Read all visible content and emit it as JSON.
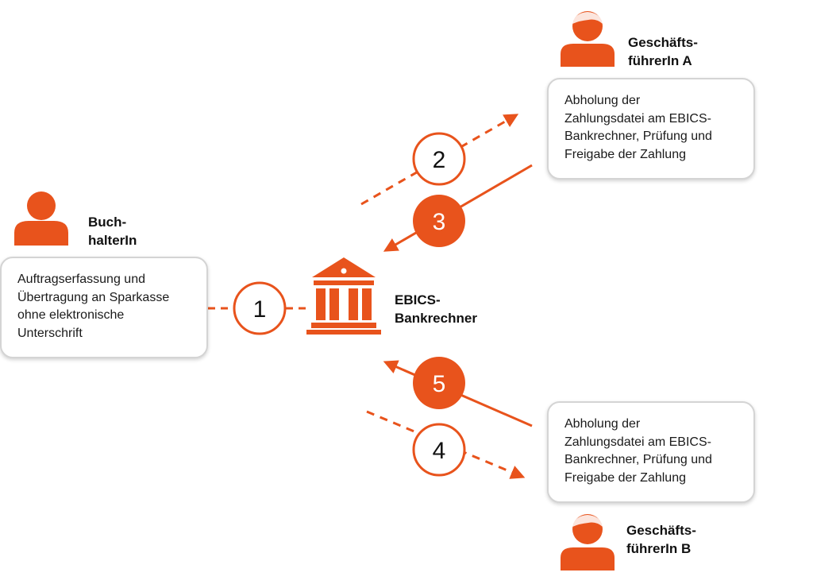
{
  "actors": {
    "accountant": {
      "label_lines": [
        "Buch-",
        "halterIn"
      ],
      "description_lines": [
        "Auftragserfassung und",
        "Übertragung an Sparkasse",
        "ohne elektronische",
        "Unterschrift"
      ]
    },
    "director_a": {
      "label_lines": [
        "Geschäfts-",
        "führerIn A"
      ],
      "description_lines": [
        "Abholung der",
        "Zahlungsdatei am EBICS-",
        "Bankrechner, Prüfung und",
        "Freigabe der Zahlung"
      ]
    },
    "director_b": {
      "label_lines": [
        "Geschäfts-",
        "führerIn B"
      ],
      "description_lines": [
        "Abholung der",
        "Zahlungsdatei am EBICS-",
        "Bankrechner, Prüfung und",
        "Freigabe der Zahlung"
      ]
    }
  },
  "bank": {
    "label_lines": [
      "EBICS-",
      "Bankrechner"
    ]
  },
  "steps": [
    {
      "number": "1",
      "style": "outline"
    },
    {
      "number": "2",
      "style": "outline"
    },
    {
      "number": "3",
      "style": "filled"
    },
    {
      "number": "4",
      "style": "outline"
    },
    {
      "number": "5",
      "style": "filled"
    }
  ],
  "colors": {
    "accent": "#e8531c",
    "text": "#111111",
    "box_border": "#d4d4d4"
  },
  "icons": {
    "person": "person-icon",
    "bank": "bank-building-icon"
  }
}
